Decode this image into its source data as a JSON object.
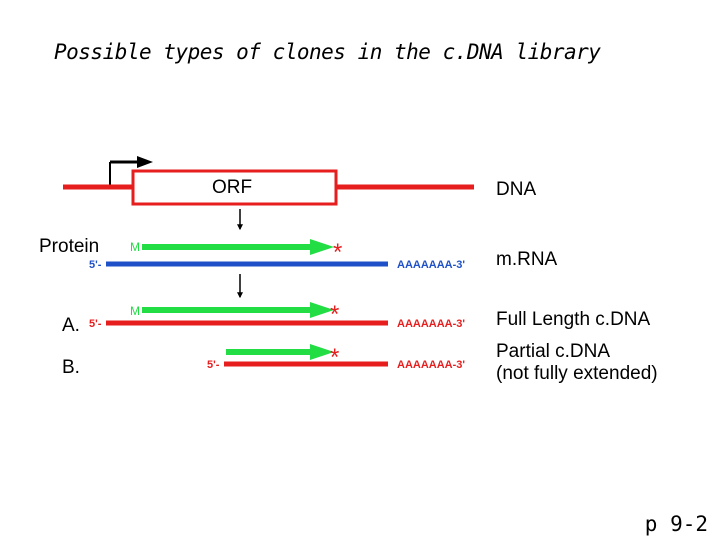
{
  "title": "Possible types of clones in the c.DNA library",
  "colors": {
    "red": "#e61e1e",
    "green": "#22dd44",
    "blue": "#1e50c8",
    "black": "#000000"
  },
  "dna": {
    "orf_label": "ORF",
    "label": "DNA"
  },
  "protein": {
    "label": "Protein",
    "start_codon": "M",
    "stop_symbol": "*"
  },
  "mrna": {
    "five_prime": "5'-",
    "poly_a": "AAAAAAA-3'",
    "label": "m.RNA"
  },
  "clone_a": {
    "letter": "A.",
    "five_prime": "5'-",
    "start_codon": "M",
    "stop_symbol": "*",
    "poly_a": "AAAAAAA-3'",
    "label": "Full Length c.DNA"
  },
  "clone_b": {
    "letter": "B.",
    "five_prime": "5'-",
    "stop_symbol": "*",
    "poly_a": "AAAAAAA-3'",
    "label_line1": "Partial c.DNA",
    "label_line2": "(not fully extended)"
  },
  "page_number": "p 9-2"
}
